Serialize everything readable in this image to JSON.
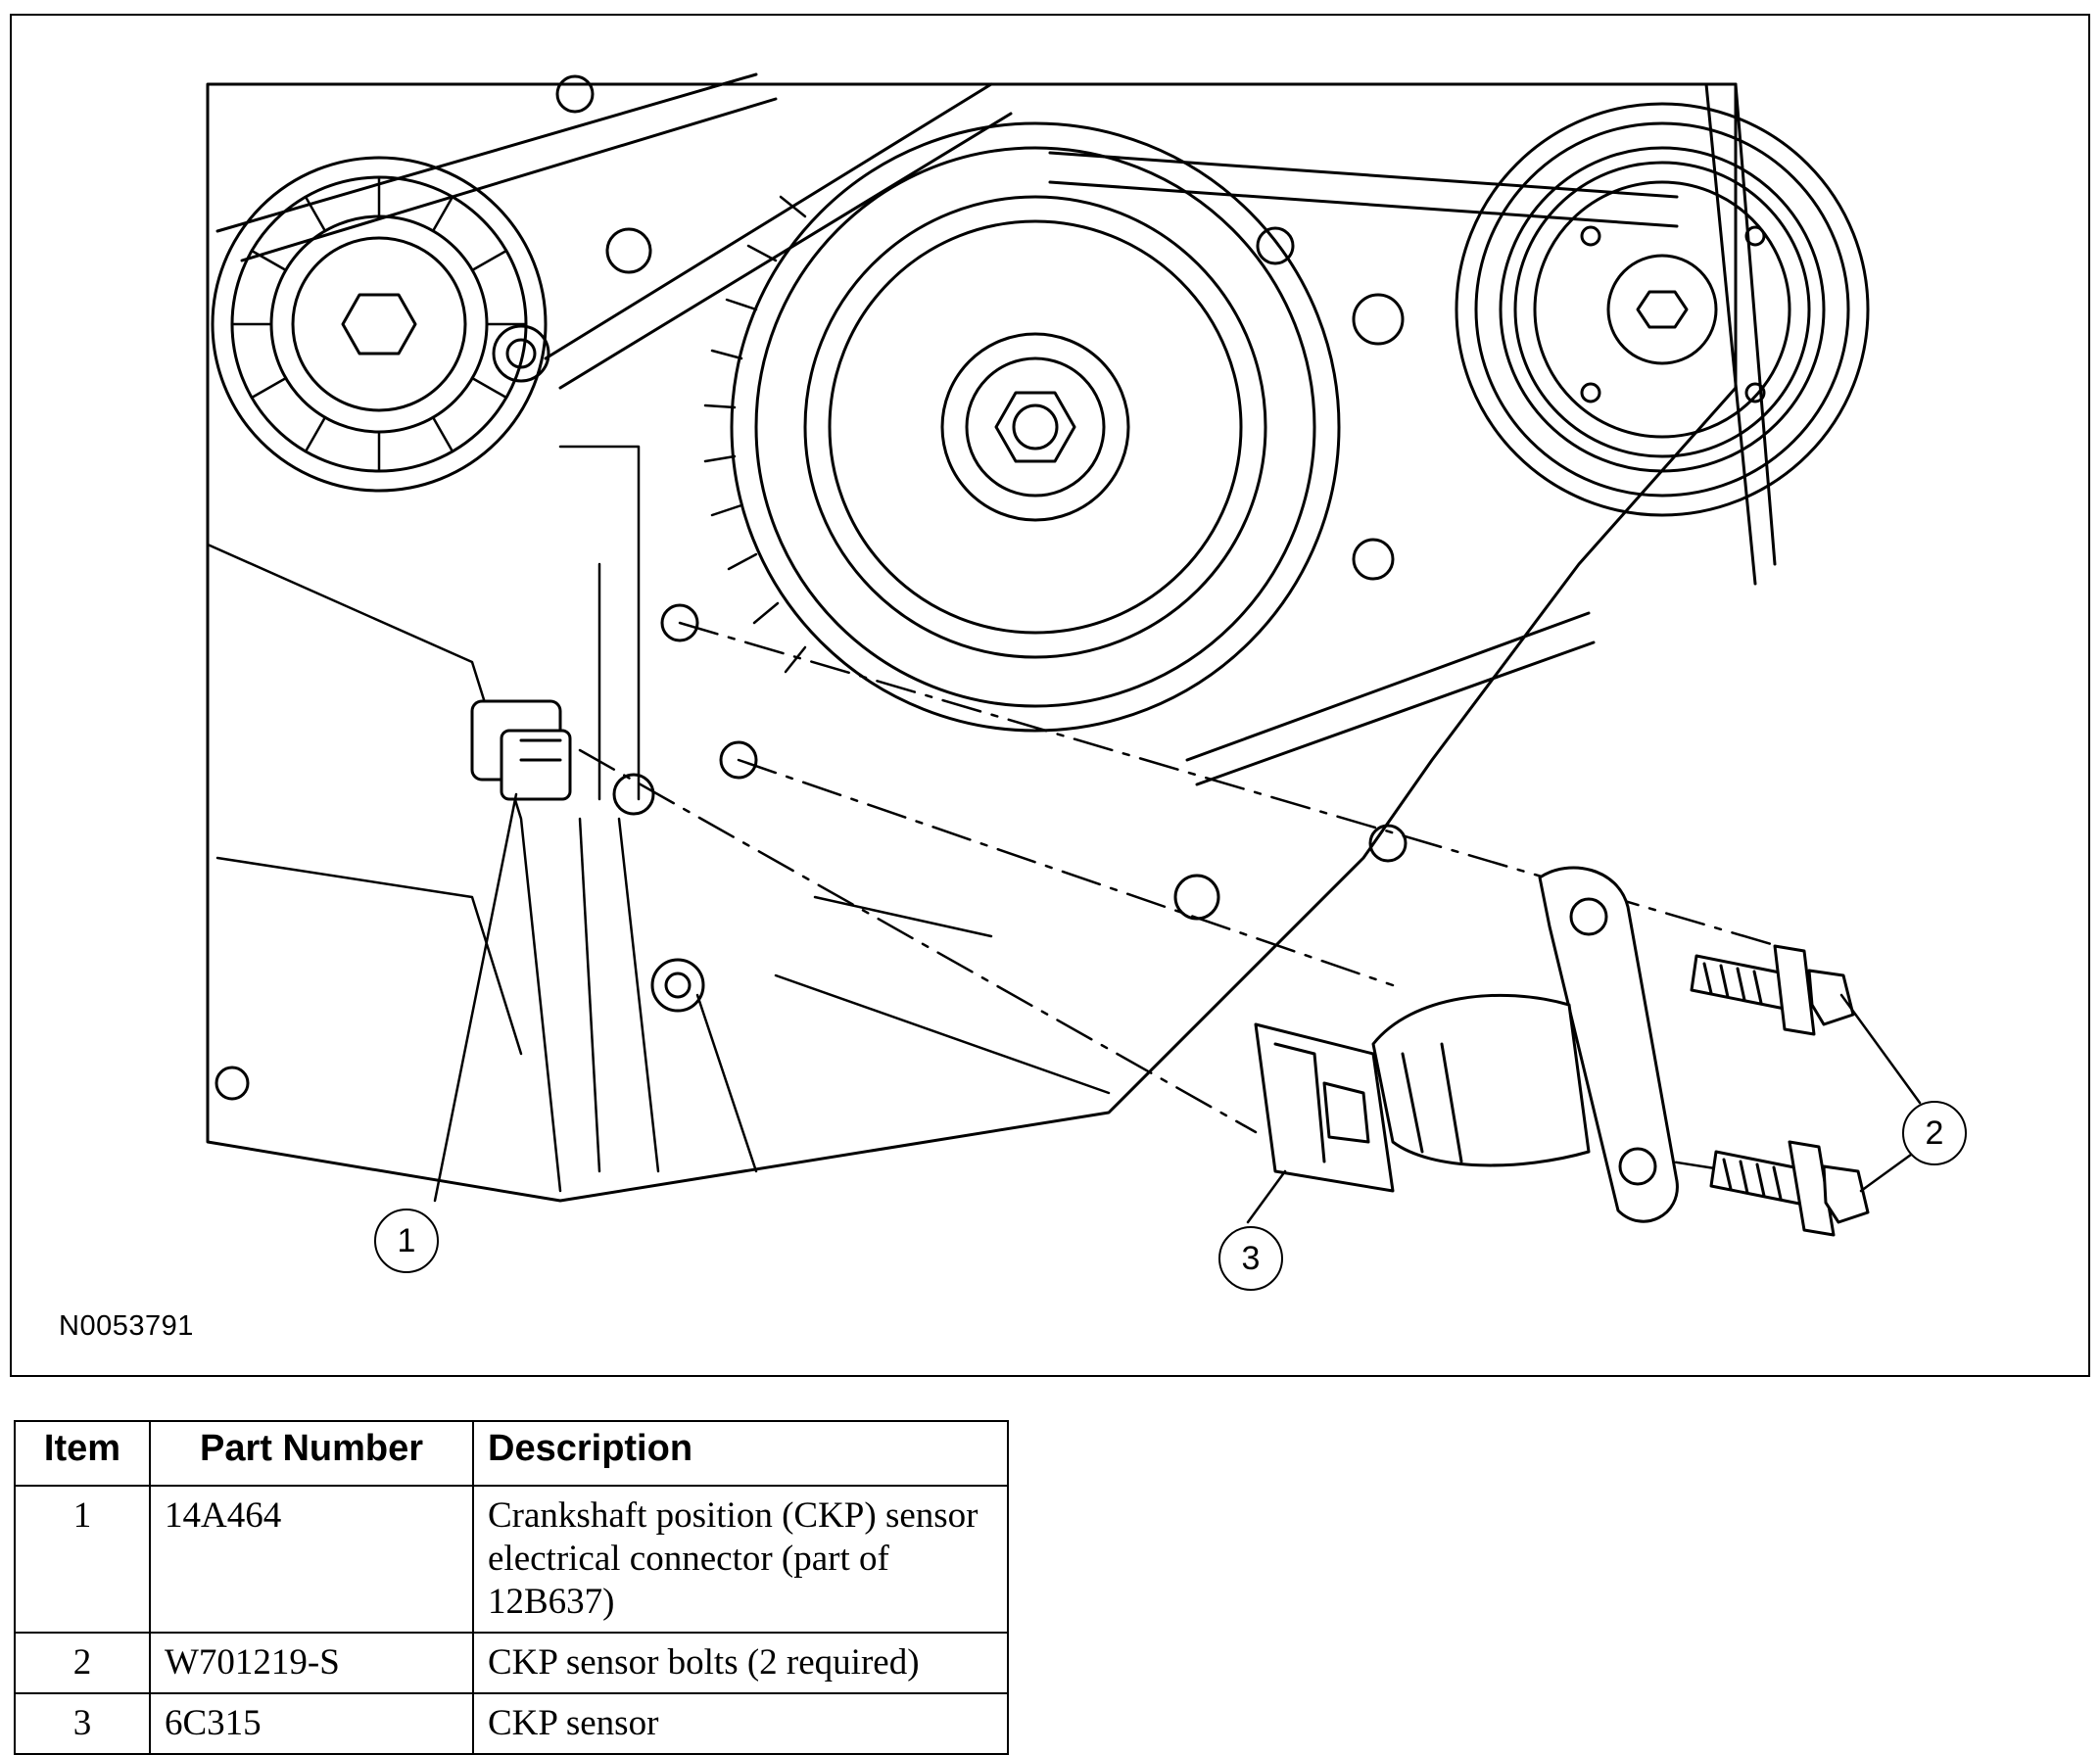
{
  "figure": {
    "id": "N0053791",
    "callouts": [
      "1",
      "2",
      "3"
    ]
  },
  "table": {
    "headers": [
      "Item",
      "Part Number",
      "Description"
    ],
    "rows": [
      {
        "item": "1",
        "part": "14A464",
        "description": "Crankshaft position (CKP) sensor electrical connector (part of 12B637)"
      },
      {
        "item": "2",
        "part": "W701219-S",
        "description": "CKP sensor bolts (2 required)"
      },
      {
        "item": "3",
        "part": "6C315",
        "description": "CKP sensor"
      }
    ]
  }
}
